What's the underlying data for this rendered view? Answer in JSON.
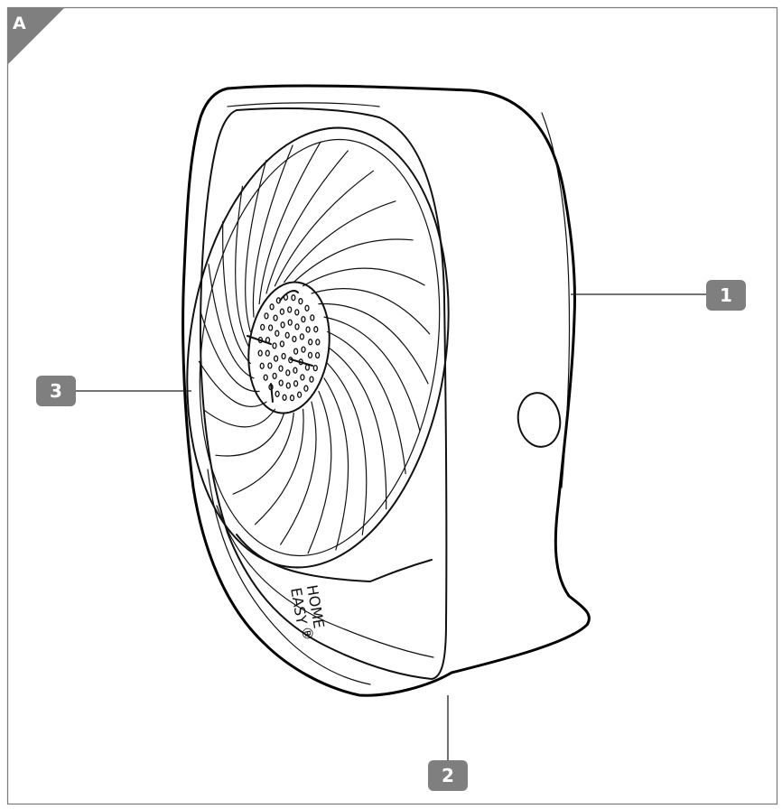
{
  "figure": {
    "corner_label": "A",
    "brand_line1": "EASY",
    "brand_line2": "HOME",
    "brand_mark": "®",
    "callouts": [
      {
        "id": "1",
        "label": "1"
      },
      {
        "id": "2",
        "label": "2"
      },
      {
        "id": "3",
        "label": "3"
      }
    ]
  },
  "colors": {
    "callout_fill": "#7f7f7f",
    "frame": "#7a7a7a",
    "ink": "#111111"
  }
}
